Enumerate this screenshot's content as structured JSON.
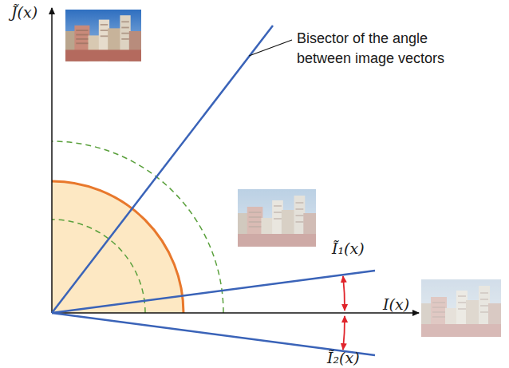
{
  "diagram": {
    "labels": [
      "J̃(x)",
      "Bisector of the angle between image vectors",
      "Ĩ₁(x)",
      "I(x)",
      "Ĩ₂(x)"
    ]
  }
}
